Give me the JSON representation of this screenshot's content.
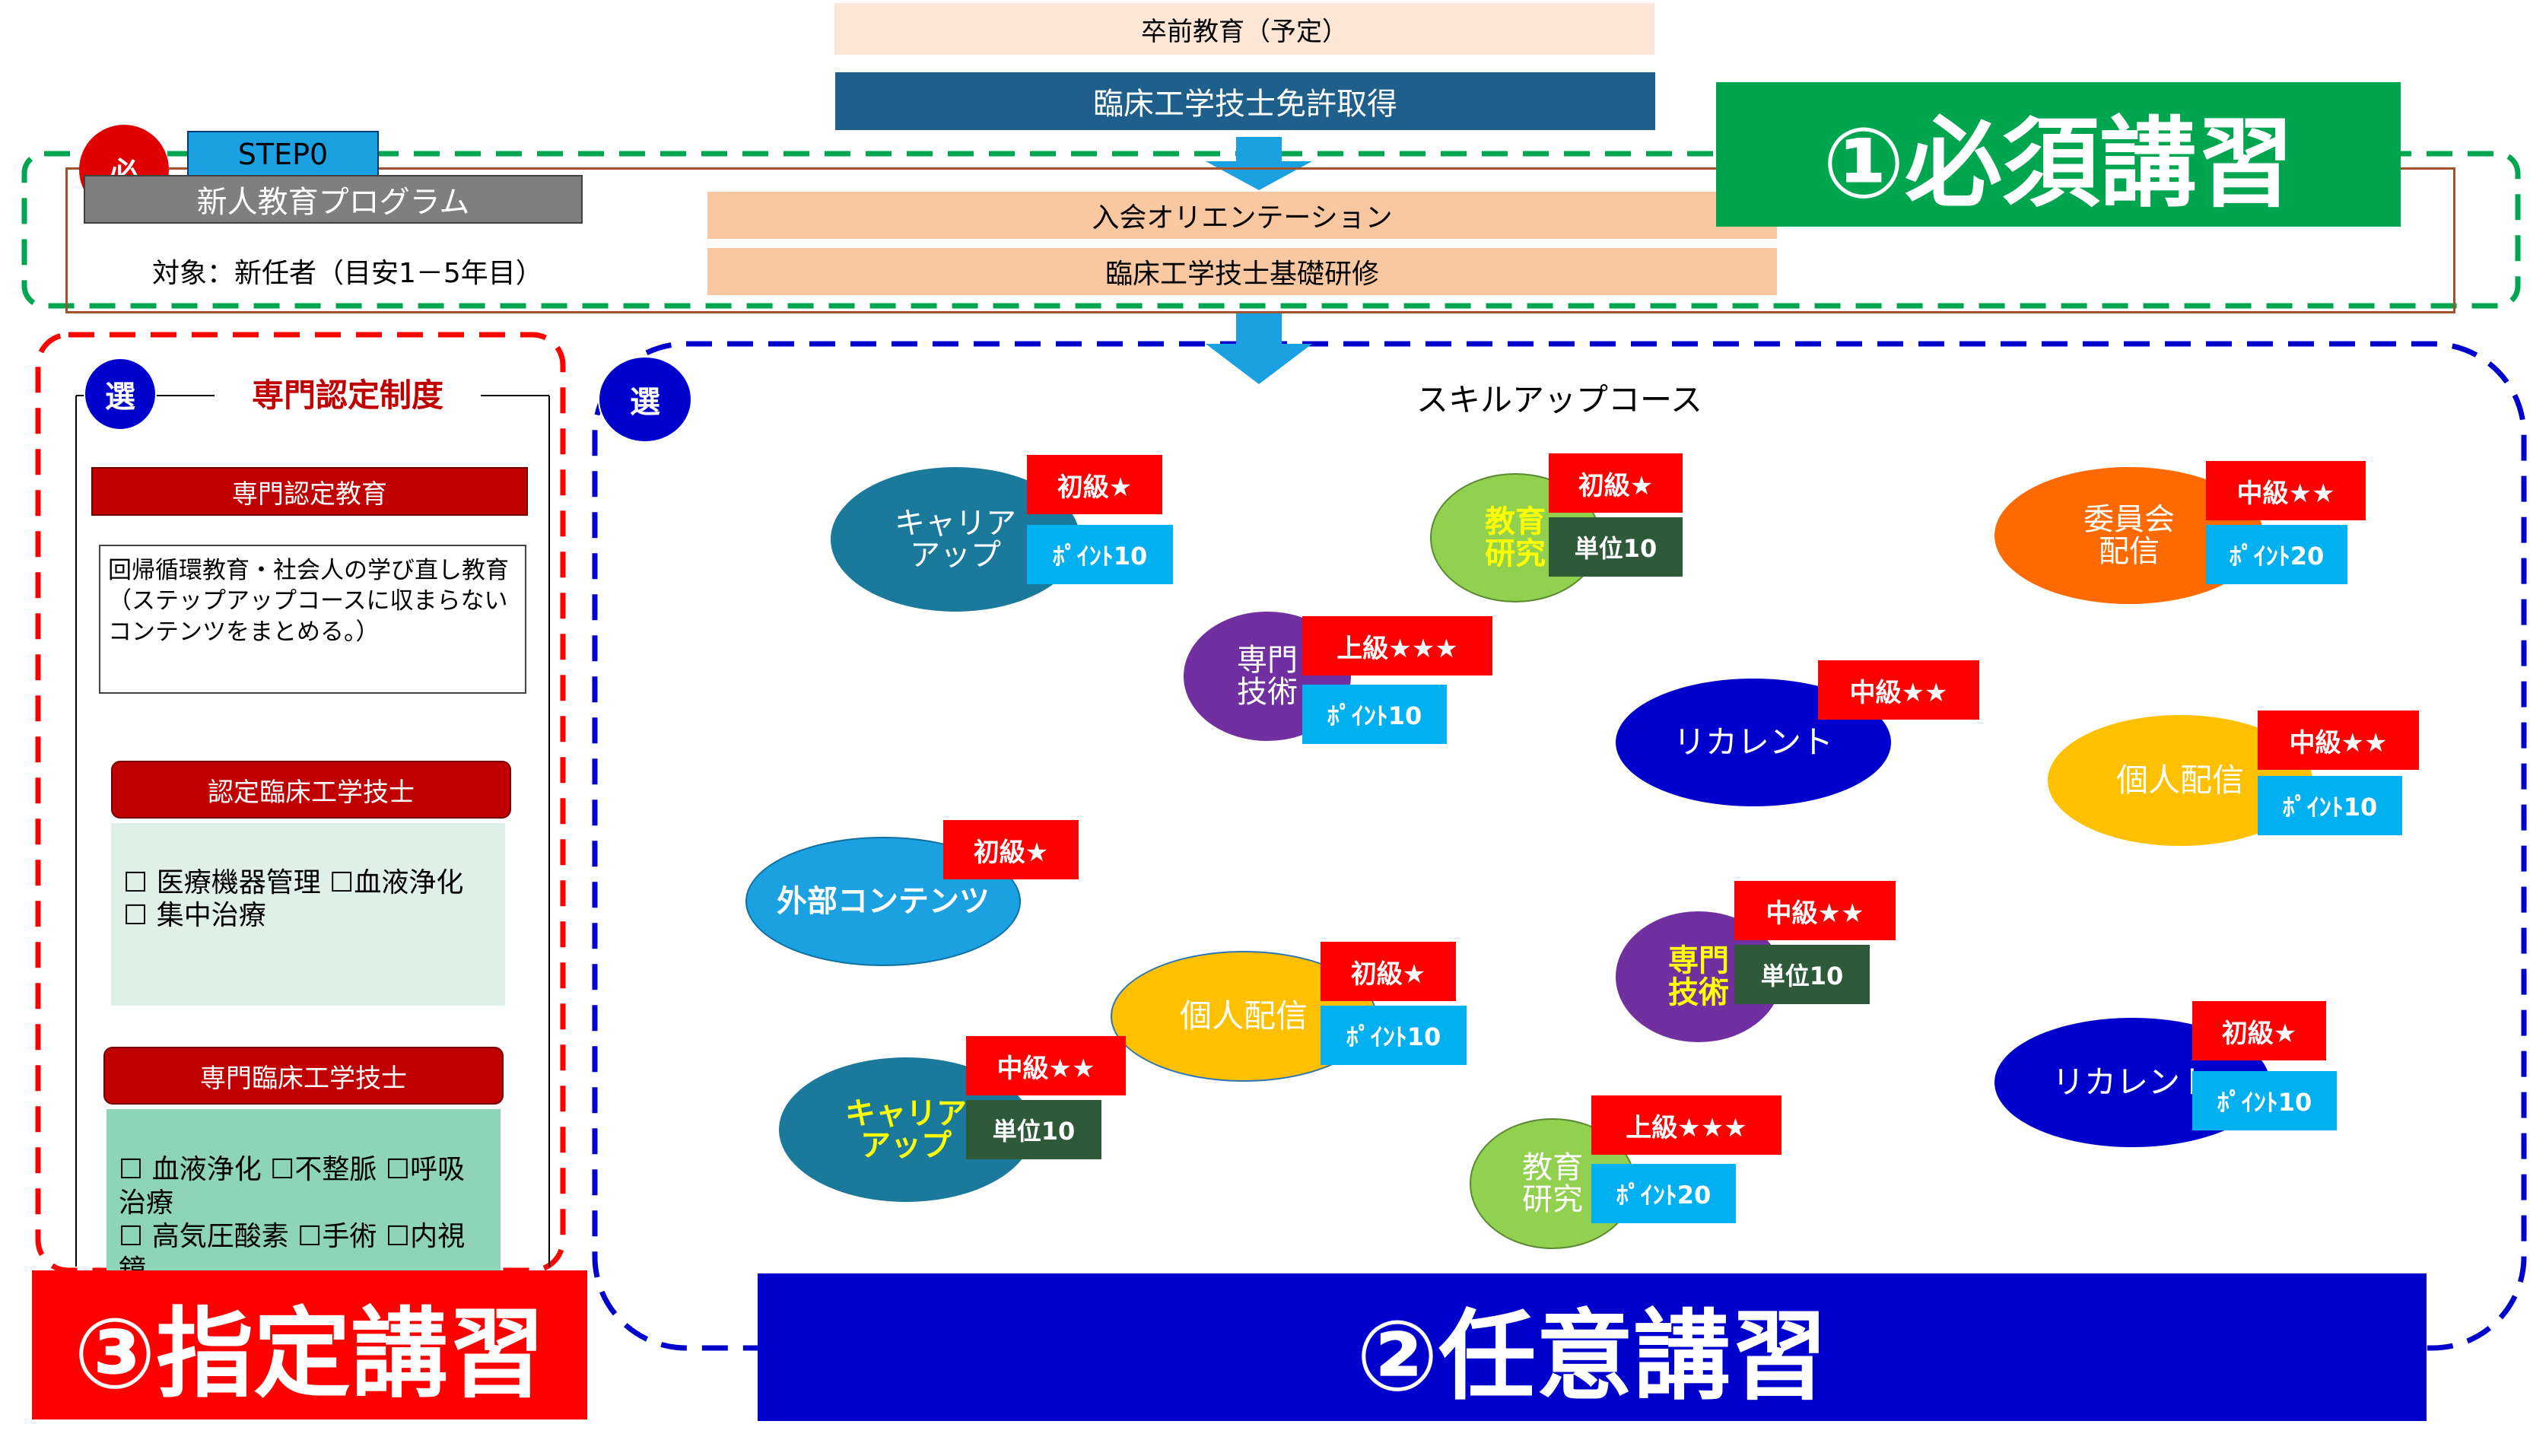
{
  "top": {
    "pre_grad": "卒前教育（予定）",
    "license": "臨床工学技士免許取得"
  },
  "section1": {
    "big_label": "①必須講習",
    "must_badge": "必",
    "step_label": "STEP0",
    "program_title": "新人教育プログラム",
    "target": "対象：新任者（目安1－5年目）",
    "orientation": "入会オリエンテーション",
    "basic_training": "臨床工学技士基礎研修"
  },
  "section3": {
    "big_label": "③指定講習",
    "select_badge": "選",
    "title": "専門認定制度",
    "cert_edu": "専門認定教育",
    "cert_edu_desc": "回帰循環教育・社会人の学び直し教育（ステップアップコースに収まらないコンテンツをまとめる。）",
    "cert_tech": "認定臨床工学技士",
    "cert_tech_items": "☐ 医療機器管理 ☐血液浄化\n☐ 集中治療",
    "spec_tech": "専門臨床工学技士",
    "spec_tech_items": "☐ 血液浄化 ☐不整脈 ☐呼吸治療\n☐ 高気圧酸素 ☐手術 ☐内視鏡\n☐ 心・血管カテーテル"
  },
  "section2": {
    "big_label": "②任意講習",
    "select_badge": "選",
    "title": "スキルアップコース",
    "courses": [
      {
        "name": "キャリア\nアップ",
        "level": "初級★",
        "credit": "ﾎﾟｲﾝﾄ10"
      },
      {
        "name": "教育\n研究",
        "level": "初級★",
        "credit": "単位10"
      },
      {
        "name": "委員会\n配信",
        "level": "中級★★",
        "credit": "ﾎﾟｲﾝﾄ20"
      },
      {
        "name": "専門\n技術",
        "level": "上級★★★",
        "credit": "ﾎﾟｲﾝﾄ10"
      },
      {
        "name": "リカレント",
        "level": "中級★★",
        "credit": ""
      },
      {
        "name": "個人配信",
        "level": "中級★★",
        "credit": "ﾎﾟｲﾝﾄ10"
      },
      {
        "name": "外部コンテンツ",
        "level": "初級★",
        "credit": ""
      },
      {
        "name": "個人配信",
        "level": "初級★",
        "credit": "ﾎﾟｲﾝﾄ10"
      },
      {
        "name": "専門\n技術",
        "level": "中級★★",
        "credit": "単位10"
      },
      {
        "name": "キャリア\nアップ",
        "level": "中級★★",
        "credit": "単位10"
      },
      {
        "name": "リカレント",
        "level": "初級★",
        "credit": "ﾎﾟｲﾝﾄ10"
      },
      {
        "name": "教育\n研究",
        "level": "上級★★★",
        "credit": "ﾎﾟｲﾝﾄ20"
      }
    ]
  },
  "colors": {
    "green": "#00A550",
    "blue": "#0000CC",
    "red": "#FF0000",
    "dark_red": "#C00000",
    "navy": "#1F5F8B",
    "peach": "#FAC8A0",
    "light_peach": "#FDE6D6",
    "sky": "#00B0F0",
    "teal": "#1B7A9C",
    "lime": "#92D050",
    "orange": "#FF6A00",
    "purple": "#7030A0",
    "yellow_orange": "#FFC000",
    "dark_green": "#2E5A3A"
  }
}
